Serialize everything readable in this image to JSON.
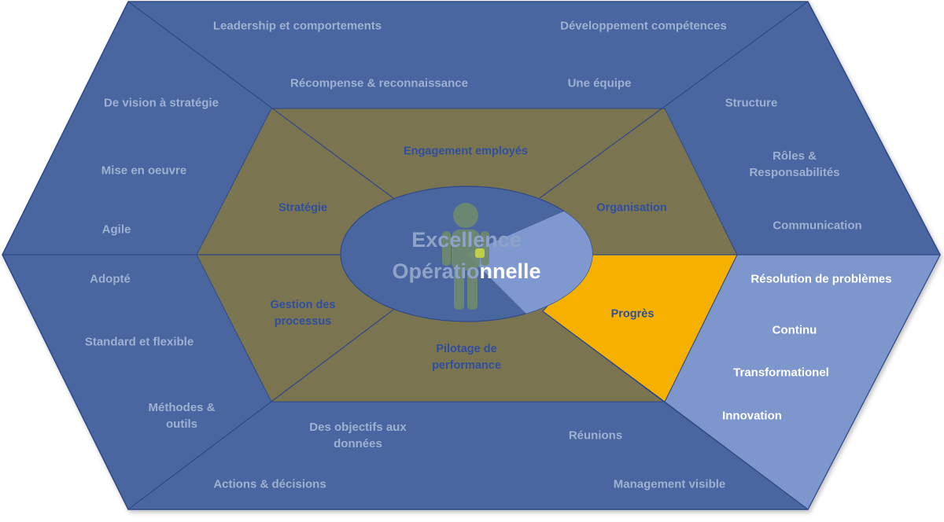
{
  "colors": {
    "outer_fill": "#4a66a0",
    "outer_stroke": "#2f4a86",
    "inner_fill": "#7b7450",
    "center_fill": "#4a66a0",
    "highlight_outer": "#7d96cc",
    "highlight_inner": "#f6b000",
    "highlight_center": "#7f98d0",
    "person": "#6f8a6c"
  },
  "center": {
    "line1": "Excellence",
    "line2_faded": "Opératio",
    "line2_strong": "nnelle",
    "icon": "person-icon"
  },
  "inner_segments": {
    "engagement": "Engagement employés",
    "strategie": "Stratégie",
    "organisation": "Organisation",
    "gestion_line1": "Gestion des",
    "gestion_line2": "processus",
    "pilotage_line1": "Pilotage de",
    "pilotage_line2": "performance",
    "progres": "Progrès"
  },
  "outer_top": {
    "leadership": "Leadership et comportements",
    "developpement": "Développement compétences",
    "recompense": "Récompense & reconnaissance",
    "equipe": "Une équipe"
  },
  "outer_left_top": {
    "vision": "De vision à stratégie",
    "mise": "Mise en oeuvre",
    "agile": "Agile"
  },
  "outer_right_top": {
    "structure": "Structure",
    "roles_line1": "Rôles &",
    "roles_line2": "Responsabilités",
    "communication": "Communication"
  },
  "outer_left_bottom": {
    "adopte": "Adopté",
    "standard": "Standard et flexible",
    "methodes_line1": "Méthodes &",
    "methodes_line2": "outils"
  },
  "outer_bottom": {
    "objectifs_line1": "Des objectifs aux",
    "objectifs_line2": "données",
    "reunions": "Réunions",
    "actions": "Actions & décisions",
    "management": "Management visible"
  },
  "outer_right_bottom": {
    "resolution": "Résolution de problèmes",
    "continu": "Continu",
    "transformationel": "Transformationel",
    "innovation": "Innovation"
  }
}
